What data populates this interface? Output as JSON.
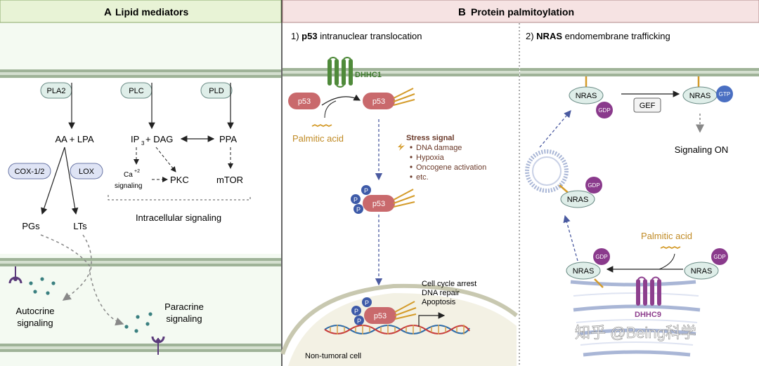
{
  "panelA": {
    "letter": "A",
    "title": "Lipid mediators",
    "enzymes": [
      "PLA2",
      "PLC",
      "PLD"
    ],
    "products": {
      "aa_lpa": "AA  +  LPA",
      "ip3": "IP",
      "ip3_sub": "3",
      "dag": "+ DAG",
      "ppa": "PPA",
      "ca": "Ca",
      "ca_sup": "+2",
      "signaling": "signaling",
      "pkc": "PKC",
      "mtor": "mTOR",
      "pgs": "PGs",
      "lts": "LTs"
    },
    "pills": [
      "COX-1/2",
      "LOX"
    ],
    "intracellular": "Intracellular signaling",
    "autocrine": [
      "Autocrine",
      "signaling"
    ],
    "paracrine": [
      "Paracrine",
      "signaling"
    ]
  },
  "panelB": {
    "letter": "B",
    "title": "Protein palmitoylation",
    "section1": {
      "prefix": "1) ",
      "bold": "p53",
      "rest": " intranuclear translocation"
    },
    "section2": {
      "prefix": "2) ",
      "bold": "NRAS",
      "rest": " endomembrane trafficking"
    },
    "dhhc1": "DHHC1",
    "dhhc9": "DHHC9",
    "p53": "p53",
    "p": "P",
    "palmitic_acid": "Palmitic acid",
    "stress": {
      "title": "Stress signal",
      "items": [
        "DNA damage",
        "Hypoxia",
        "Oncogene activation",
        "etc."
      ]
    },
    "outcomes": [
      "Cell cycle arrest",
      "DNA repair",
      "Apoptosis"
    ],
    "nontumoral": "Non-tumoral cell",
    "nras": "NRAS",
    "gdp": "GDP",
    "gtp": "GTP",
    "gef": "GEF",
    "signaling_on": "Signaling ON"
  },
  "watermark": "知乎 @Being科学",
  "colors": {
    "header_a": "#e8f3d6",
    "header_b": "#f6e3e3",
    "membrane": "#a8b8a2",
    "pill": "#dfeee9",
    "p53": "#c9696c",
    "phospho": "#3d5aa8",
    "gdp": "#8a3a8c",
    "gtp": "#4a6fc2",
    "palmitate": "#d49b2a",
    "dhhc1": "#4f8a3a",
    "dhhc9": "#8d3f8e"
  }
}
